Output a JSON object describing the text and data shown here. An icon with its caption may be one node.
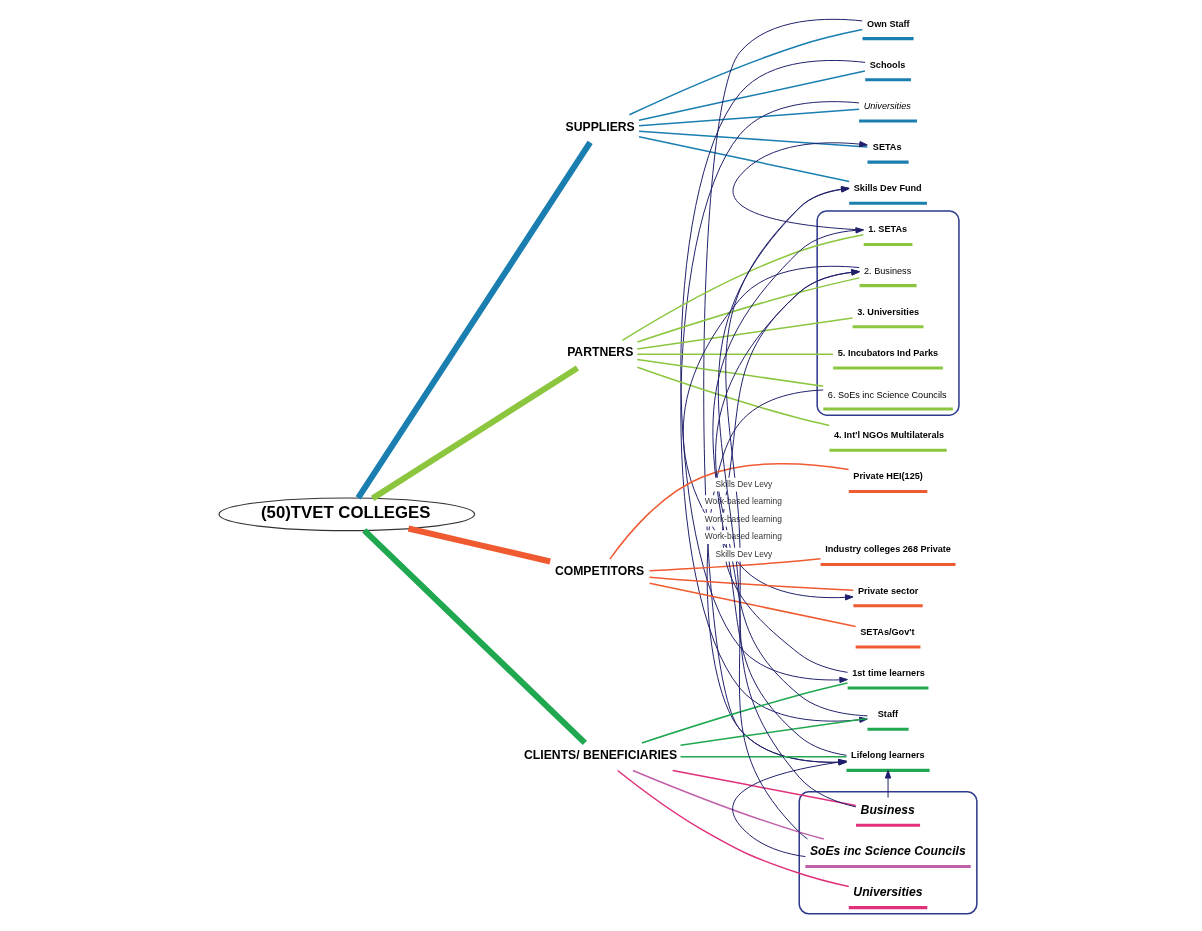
{
  "diagram": {
    "nodes": [
      {
        "text": [
          "(50)TVET COLLEGES"
        ]
      },
      {
        "text": [
          "SUPPLIERS"
        ]
      },
      {
        "text": [
          "Own Staff"
        ]
      },
      {
        "text": [
          "Schools"
        ]
      },
      {
        "text": [
          "Universities"
        ]
      },
      {
        "text": [
          "SETAs"
        ]
      },
      {
        "text": [
          "Skills Dev Fund"
        ]
      },
      {
        "text": [
          "PARTNERS"
        ]
      },
      {
        "text": [],
        "shape": "box"
      },
      {
        "text": [
          "1. SETAs"
        ],
        "in": 8
      },
      {
        "text": [
          "2. Business"
        ],
        "in": 8
      },
      {
        "text": [
          "3. Universities"
        ],
        "in": 8
      },
      {
        "text": [
          "5. Incubators Ind Parks"
        ],
        "in": 8
      },
      {
        "text": [
          "6. SoEs inc Science Councils"
        ],
        "in": 8
      },
      {
        "text": [
          "4. Int'l NGOs Multilaterals"
        ]
      },
      {
        "text": [
          "COMPETITORS"
        ]
      },
      {
        "text": [
          "Private HEI(125)"
        ]
      },
      {
        "text": [
          "Industry colleges 268 Private"
        ]
      },
      {
        "text": [
          "Private sector"
        ]
      },
      {
        "text": [
          "SETAs/Gov't"
        ]
      },
      {
        "text": [
          "CLIENTS/ BENEFICIARIES"
        ]
      },
      {
        "text": [
          "1st time learners"
        ]
      },
      {
        "text": [
          "Staff"
        ]
      },
      {
        "text": [
          "Lifelong learners"
        ]
      },
      {
        "text": [],
        "shape": "box"
      },
      {
        "text": [
          "Business"
        ],
        "in": 24
      },
      {
        "text": [
          "SoEs inc Science Councils"
        ],
        "in": 24
      },
      {
        "text": [
          "Universities"
        ],
        "in": 24
      }
    ],
    "edges": [
      {
        "from": 0,
        "to": 1,
        "arrow": "none",
        "style": "thick",
        "color": "#1a7fb0"
      },
      {
        "from": 1,
        "to": 2,
        "arrow": "none",
        "color": "#1a7fb0"
      },
      {
        "from": 1,
        "to": 3,
        "arrow": "none",
        "color": "#1a7fb0"
      },
      {
        "from": 1,
        "to": 4,
        "arrow": "none",
        "color": "#1a7fb0"
      },
      {
        "from": 1,
        "to": 5,
        "arrow": "none",
        "color": "#1a7fb0"
      },
      {
        "from": 1,
        "to": 6,
        "arrow": "none",
        "color": "#1a7fb0"
      },
      {
        "from": 0,
        "to": 7,
        "arrow": "none",
        "style": "thick",
        "color": "#8cc63f"
      },
      {
        "from": 7,
        "to": 9,
        "arrow": "none",
        "color": "#8cc63f"
      },
      {
        "from": 7,
        "to": 10,
        "arrow": "none",
        "color": "#8cc63f"
      },
      {
        "from": 7,
        "to": 11,
        "arrow": "none",
        "color": "#8cc63f"
      },
      {
        "from": 7,
        "to": 12,
        "arrow": "none",
        "color": "#8cc63f"
      },
      {
        "from": 7,
        "to": 13,
        "arrow": "none",
        "color": "#8cc63f"
      },
      {
        "from": 7,
        "to": 14,
        "arrow": "none",
        "color": "#8cc63f"
      },
      {
        "from": 0,
        "to": 15,
        "arrow": "none",
        "style": "thick",
        "color": "#f05a30"
      },
      {
        "from": 15,
        "to": 16,
        "arrow": "none",
        "color": "#f05a30"
      },
      {
        "from": 15,
        "to": 17,
        "arrow": "none",
        "color": "#f05a30"
      },
      {
        "from": 15,
        "to": 18,
        "arrow": "none",
        "color": "#f05a30"
      },
      {
        "from": 15,
        "to": 19,
        "arrow": "none",
        "color": "#f05a30"
      },
      {
        "from": 0,
        "to": 20,
        "arrow": "none",
        "style": "thick",
        "color": "#1fa84f"
      },
      {
        "from": 20,
        "to": 21,
        "arrow": "none",
        "color": "#1fa84f"
      },
      {
        "from": 20,
        "to": 22,
        "arrow": "none",
        "color": "#1fa84f"
      },
      {
        "from": 20,
        "to": 23,
        "arrow": "none",
        "color": "#1fa84f"
      },
      {
        "from": 20,
        "to": 25,
        "arrow": "none",
        "color": "#e0307a"
      },
      {
        "from": 20,
        "to": 26,
        "arrow": "none",
        "color": "#c060a8"
      },
      {
        "from": 20,
        "to": 27,
        "arrow": "none",
        "color": "#e0307a"
      },
      {
        "from": 3,
        "to": 21,
        "arrow": "to",
        "color": "#1f1f6b"
      },
      {
        "from": 4,
        "to": 22,
        "arrow": "to",
        "color": "#1f1f6b"
      },
      {
        "from": 9,
        "to": 5,
        "arrow": "to",
        "color": "#1f1f6b"
      },
      {
        "from": 21,
        "to": 10,
        "label": "Work-based learning",
        "arrow": "to",
        "color": "#1f1f6b"
      },
      {
        "from": 22,
        "to": 10,
        "label": "Work-based learning",
        "arrow": "to",
        "color": "#1f1f6b"
      },
      {
        "from": 23,
        "to": 9,
        "label": "Work-based learning",
        "arrow": "to",
        "color": "#1f1f6b"
      },
      {
        "from": 25,
        "to": 6,
        "label": "Skills Dev Levy",
        "arrow": "to",
        "color": "#1f1f6b"
      },
      {
        "from": 26,
        "to": 6,
        "label": "Skills Dev Levy",
        "arrow": "to",
        "color": "#1f1f6b"
      },
      {
        "from": 25,
        "to": 23,
        "arrow": "to",
        "color": "#1f1f6b"
      },
      {
        "from": 26,
        "to": 23,
        "arrow": "to",
        "color": "#1f1f6b"
      },
      {
        "from": 10,
        "to": 18,
        "arrow": "to",
        "color": "#1f1f6b"
      },
      {
        "from": 13,
        "to": 23,
        "arrow": "to",
        "color": "#1f1f6b"
      },
      {
        "from": 2,
        "to": 23,
        "arrow": "to",
        "color": "#1f1f6b"
      }
    ]
  }
}
